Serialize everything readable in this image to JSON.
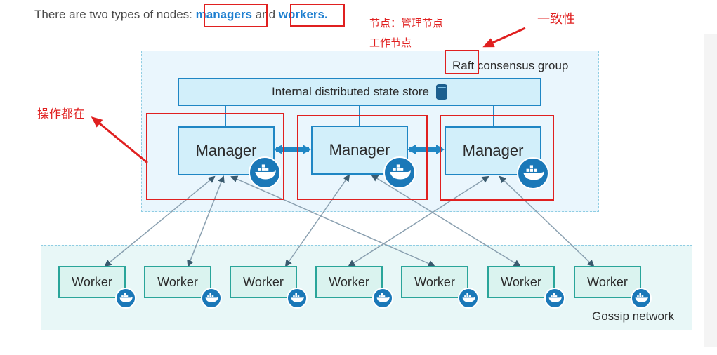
{
  "intro": {
    "prefix": "There are two types of nodes: ",
    "managers": "managers",
    "middle": " and ",
    "workers": "workers",
    "suffix": "."
  },
  "annotations": {
    "nodes": "节点：管理节点",
    "worker_nodes": "工作节点",
    "consistency": "一致性",
    "operations": "操作都在"
  },
  "diagram": {
    "raft_label": "Raft consensus group",
    "store_label": "Internal distributed state store",
    "managers": [
      "Manager",
      "Manager",
      "Manager"
    ],
    "workers": [
      "Worker",
      "Worker",
      "Worker",
      "Worker",
      "Worker",
      "Worker",
      "Worker"
    ],
    "gossip_label": "Gossip network"
  },
  "colors": {
    "annotation_red": "#e02020",
    "link_blue": "#1e7fd0",
    "manager_border": "#1f86c4",
    "worker_border": "#2aa59a",
    "docker_blue": "#1a78b8"
  },
  "icons": [
    "docker-whale-icon",
    "database-icon",
    "arrow-icon"
  ]
}
